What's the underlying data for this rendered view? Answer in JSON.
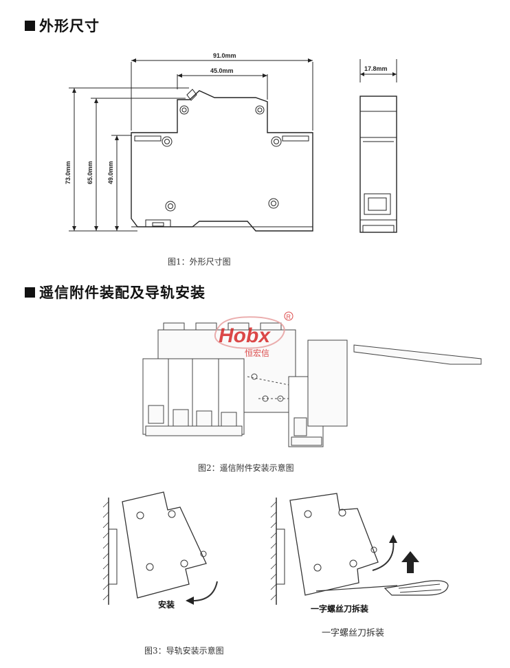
{
  "section1": {
    "title": "外形尺寸"
  },
  "dimensions": {
    "overall_width": "91.0mm",
    "inner_width": "45.0mm",
    "side_width": "17.8mm",
    "height_total": "73.0mm",
    "height_mid": "65.0mm",
    "height_inner": "49.0mm"
  },
  "figure1": {
    "caption": "图1：外形尺寸图"
  },
  "section2": {
    "title": "遥信附件装配及导轨安装"
  },
  "watermark": {
    "brand": "Hobx",
    "sub": "恒宏信",
    "reg": "R"
  },
  "figure2": {
    "caption": "图2：遥信附件安装示意图"
  },
  "figure3": {
    "install_label": "安装",
    "remove_label": "一字螺丝刀拆装",
    "remove_caption": "一字螺丝刀拆装",
    "caption": "图3：导轨安装示意图"
  }
}
